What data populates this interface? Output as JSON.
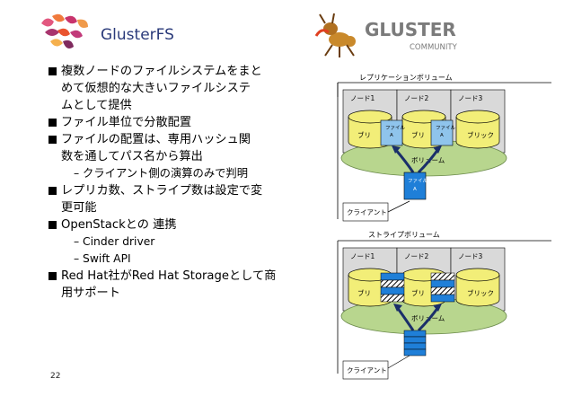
{
  "slide": {
    "title": "GlusterFS",
    "page_number": "22",
    "logo_text": "GLUSTER",
    "logo_subtext": "COMMUNITY"
  },
  "bullets": [
    {
      "level": 1,
      "text": "複数ノードのファイルシステムをまと"
    },
    {
      "level": 0,
      "text": "めて仮想的な大きいファイルシステ"
    },
    {
      "level": 0,
      "text": "ムとして提供"
    },
    {
      "level": 1,
      "text": "ファイル単位で分散配置"
    },
    {
      "level": 1,
      "text": "ファイルの配置は、専用ハッシュ関"
    },
    {
      "level": 0,
      "text": "数を通してパス名から算出"
    },
    {
      "level": 2,
      "text": "– クライアント側の演算のみで判明"
    },
    {
      "level": 1,
      "text": "レプリカ数、ストライプ数は設定で変"
    },
    {
      "level": 0,
      "text": "更可能"
    },
    {
      "level": 1,
      "text": "OpenStackとの 連携"
    },
    {
      "level": 2,
      "text": "– Cinder driver"
    },
    {
      "level": 2,
      "text": "– Swift API"
    },
    {
      "level": 1,
      "text": "Red Hat社がRed Hat Storageとして商"
    },
    {
      "level": 0,
      "text": "用サポート"
    }
  ],
  "diagram": {
    "replication": {
      "title": "レプリケーションボリューム",
      "nodes": [
        "ノード1",
        "ノード2",
        "ノード3"
      ],
      "brick": "ブリック",
      "brick_partial": "ブリ",
      "volume": "ボリューム",
      "file_line1": "ファイル",
      "file_line2": "A",
      "client": "クライアント"
    },
    "stripe": {
      "title": "ストライプボリューム",
      "nodes": [
        "ノード1",
        "ノード2",
        "ノード3"
      ],
      "brick": "ブリック",
      "brick_partial": "ブリ",
      "volume": "ボリューム",
      "client": "クライアント"
    }
  },
  "colors": {
    "title": "#2a3a7a",
    "cylinder": "#f2ee78",
    "volume_ellipse": "#b8d68e",
    "file": "#8fc4ec",
    "stripe_block": "#1f7fd8",
    "arrow": "#1a2f6a",
    "node_box": "#d9d9d9",
    "logo": "#9a3a6a"
  }
}
